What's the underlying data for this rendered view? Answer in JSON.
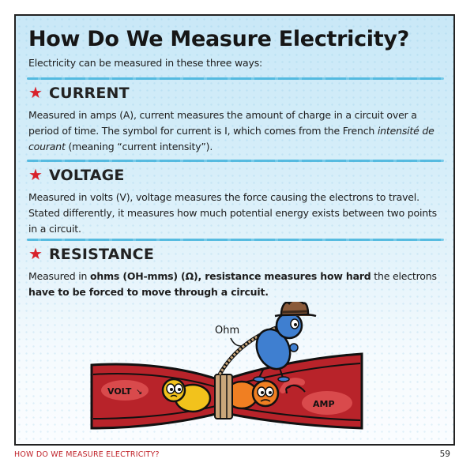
{
  "page": {
    "title": "How Do We Measure Electricity?",
    "subtitle": "Electricity can be measured in these three ways:",
    "accent_color": "#d8222b",
    "panel_color": "#c9e8f7"
  },
  "sections": [
    {
      "icon": "star-icon",
      "heading": "CURRENT",
      "body_parts": {
        "a": "Measured in amps (A), current measures the amount of charge in a circuit over a period of time. The symbol for current is I, which comes from the French ",
        "italic": "intensité de courant",
        "b": " (meaning “current intensity”)."
      }
    },
    {
      "icon": "star-icon",
      "heading": "VOLTAGE",
      "body": "Measured in volts (V), voltage measures the force causing the electrons to travel. Stated differently, it measures how much potential energy exists between two points in a circuit."
    },
    {
      "icon": "star-icon",
      "heading": "RESISTANCE",
      "body_parts": {
        "a": "Measured in ",
        "bold": "ohms (OH-mms) (Ω), resistance measures how hard",
        "b": " the electrons ",
        "bold2": "have to be forced to move through a circuit."
      }
    }
  ],
  "illustration": {
    "labels": {
      "ohm": "Ohm",
      "volt": "VOLT",
      "amp": "AMP"
    },
    "colors": {
      "wire": "#b8232a",
      "wire_light": "#d94a4c",
      "ohm_character": "#3f7fd0",
      "volt_character": "#f2c21c",
      "amp_character": "#f07f22",
      "hat": "#8a5a3a",
      "rope": "#c9a67a"
    }
  },
  "footer": {
    "chapter": "HOW DO WE MEASURE ELECTRICITY?",
    "page_number": "59"
  }
}
